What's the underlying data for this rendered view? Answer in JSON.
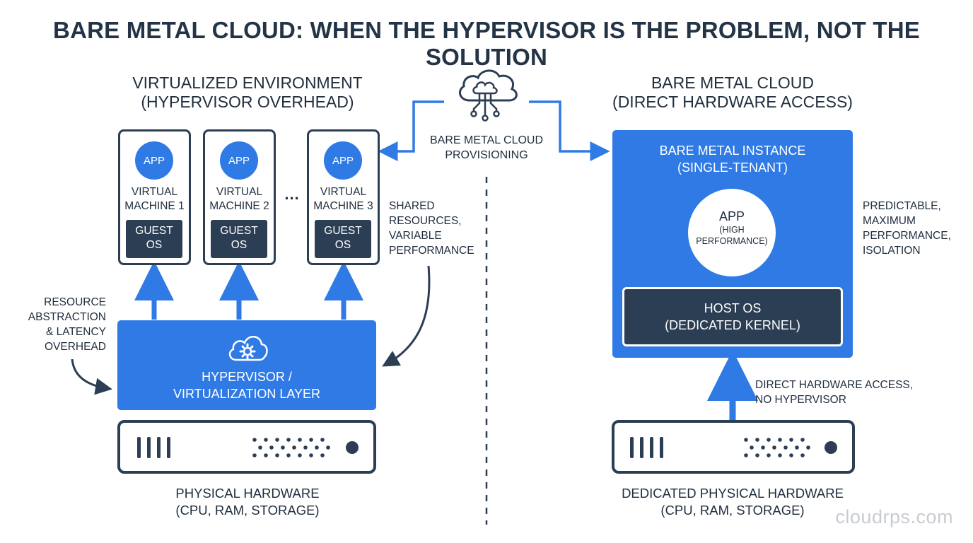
{
  "title": "BARE METAL CLOUD: WHEN THE HYPERVISOR IS THE PROBLEM, NOT THE SOLUTION",
  "left": {
    "heading": [
      "VIRTUALIZED ENVIRONMENT",
      "(HYPERVISOR OVERHEAD)"
    ],
    "vms": [
      {
        "app": "APP",
        "label": [
          "VIRTUAL",
          "MACHINE 1"
        ],
        "os": [
          "GUEST",
          "OS"
        ]
      },
      {
        "app": "APP",
        "label": [
          "VIRTUAL",
          "MACHINE 2"
        ],
        "os": [
          "GUEST",
          "OS"
        ]
      },
      {
        "app": "APP",
        "label": [
          "VIRTUAL",
          "MACHINE 3"
        ],
        "os": [
          "GUEST",
          "OS"
        ]
      }
    ],
    "ellipsis": "...",
    "shared_note": [
      "SHARED",
      "RESOURCES,",
      "VARIABLE",
      "PERFORMANCE"
    ],
    "resource_note": [
      "RESOURCE",
      "ABSTRACTION",
      "& LATENCY",
      "OVERHEAD"
    ],
    "hypervisor": [
      "HYPERVISOR /",
      "VIRTUALIZATION LAYER"
    ],
    "hardware_caption": [
      "PHYSICAL HARDWARE",
      "(CPU, RAM, STORAGE)"
    ]
  },
  "center": {
    "provisioning": [
      "BARE METAL CLOUD",
      "PROVISIONING"
    ]
  },
  "right": {
    "heading": [
      "BARE METAL CLOUD",
      "(DIRECT HARDWARE ACCESS)"
    ],
    "instance": [
      "BARE METAL INSTANCE",
      "(SINGLE-TENANT)"
    ],
    "app": "APP",
    "app_sub": [
      "(HIGH",
      "PERFORMANCE)"
    ],
    "host_os": [
      "HOST OS",
      "(DEDICATED KERNEL)"
    ],
    "benefit_note": [
      "PREDICTABLE,",
      "MAXIMUM",
      "PERFORMANCE,",
      "ISOLATION"
    ],
    "direct_note": [
      "DIRECT HARDWARE ACCESS,",
      "NO HYPERVISOR"
    ],
    "hardware_caption": [
      "DEDICATED PHYSICAL HARDWARE",
      "(CPU, RAM, STORAGE)"
    ]
  },
  "watermark": "cloudrps.com",
  "colors": {
    "blue": "#2f7ae5",
    "navy": "#2c3e54",
    "text": "#1f2d3d"
  },
  "icons": [
    "cloud-network-icon",
    "cloud-gear-icon",
    "server-icon"
  ]
}
